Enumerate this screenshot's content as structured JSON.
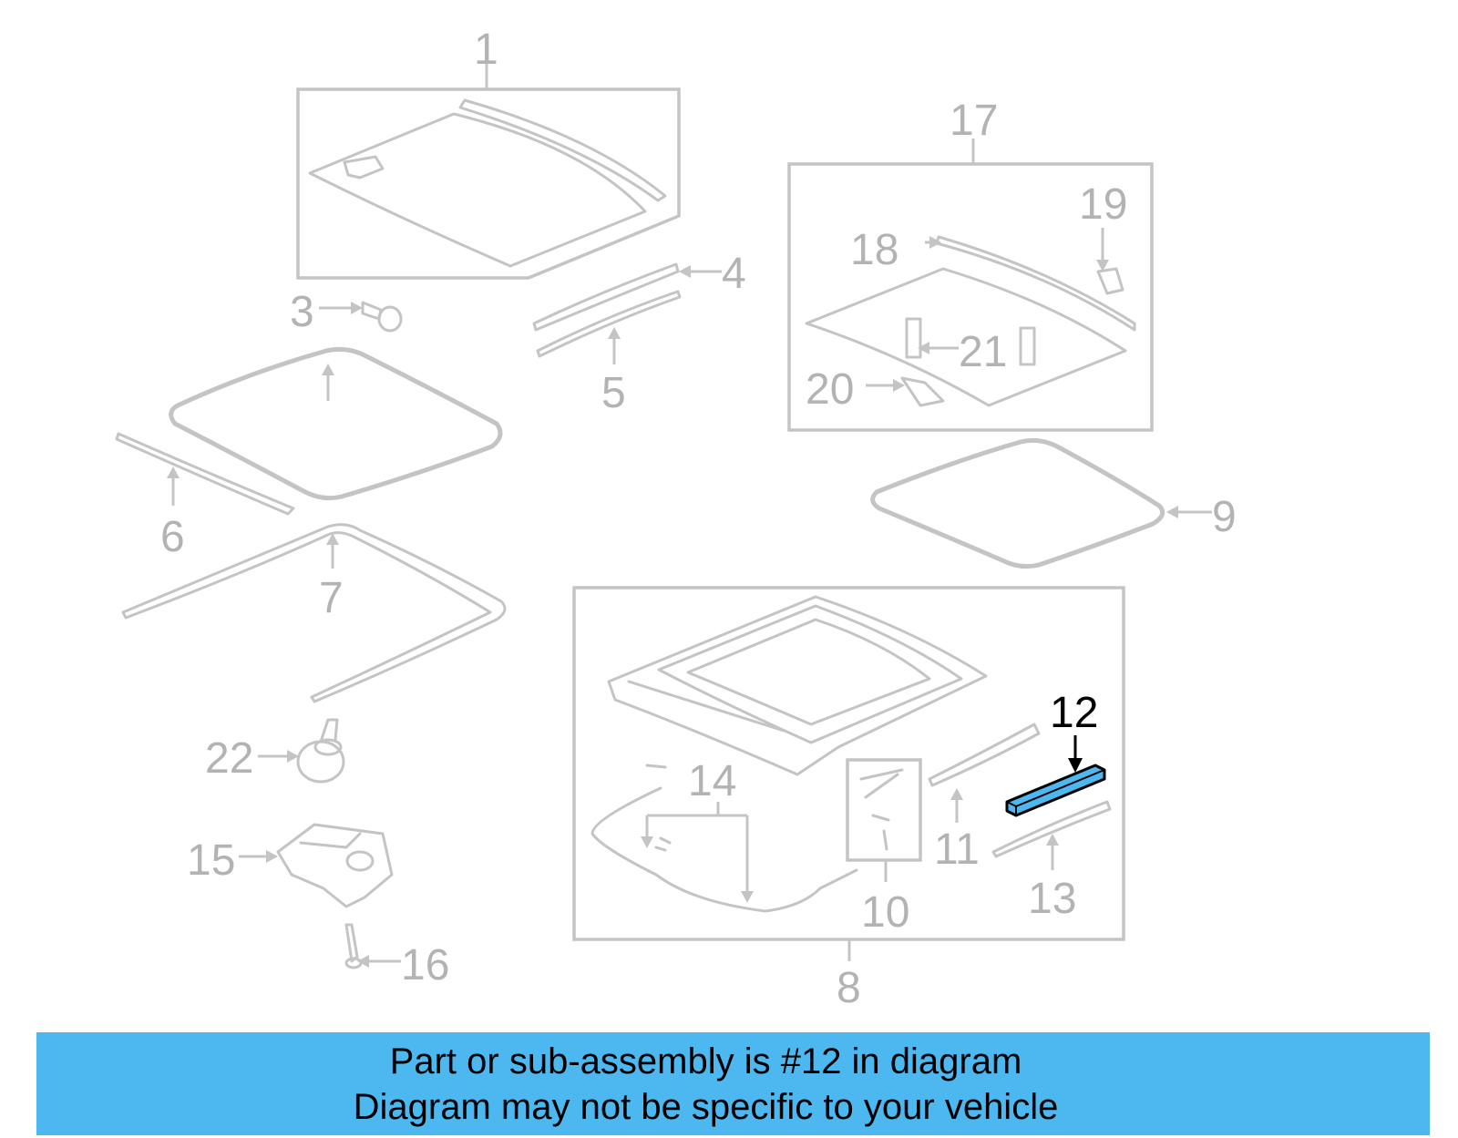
{
  "callouts": {
    "c1": "1",
    "c3": "3",
    "c4": "4",
    "c5": "5",
    "c6": "6",
    "c7": "7",
    "c8": "8",
    "c9": "9",
    "c10": "10",
    "c11": "11",
    "c12": "12",
    "c13": "13",
    "c14": "14",
    "c15": "15",
    "c16": "16",
    "c17": "17",
    "c18": "18",
    "c19": "19",
    "c20": "20",
    "c21": "21",
    "c22": "22"
  },
  "highlighted_part": "12",
  "colors": {
    "highlight_part": "#4db8f0",
    "caption_background": "#4db8f0",
    "diagram_lines": "#c4c4c4",
    "callout_text": "#b3b3b3"
  },
  "caption": {
    "line1": "Part or sub-assembly is #12 in diagram",
    "line2": "Diagram may not be specific to your vehicle"
  }
}
